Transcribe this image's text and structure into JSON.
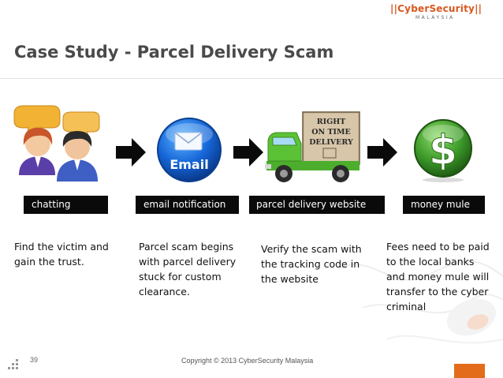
{
  "logo": {
    "brand": "||CyberSecurity||",
    "subtitle": "MALAYSIA"
  },
  "title": "Case Study - Parcel Delivery Scam",
  "steps": [
    {
      "label": "chatting",
      "desc_lines": [
        "Find the victim and",
        "gain the trust."
      ],
      "icon": "people-chatting-icon"
    },
    {
      "label": "email notification",
      "desc_lines": [
        "Parcel scam begins",
        "with parcel delivery",
        "stuck for custom",
        "clearance."
      ],
      "icon": "email-icon"
    },
    {
      "label": "parcel delivery website",
      "desc_lines": [
        "Verify the scam with",
        "the tracking code in",
        "the website"
      ],
      "icon": "delivery-truck-icon"
    },
    {
      "label": "money mule",
      "desc_lines": [
        "Fees need to be paid",
        "to the local banks",
        "and money mule will",
        "transfer to the cyber",
        "criminal"
      ],
      "icon": "dollar-icon"
    }
  ],
  "email_icon_text": "Email",
  "truck_box_text": [
    "RIGHT",
    "ON TIME",
    "DELIVERY"
  ],
  "footer": {
    "page_number": "39",
    "copyright": "Copyright © 2013 CyberSecurity Malaysia"
  },
  "colors": {
    "accent_orange": "#e36c1b",
    "label_bg": "#0a0a0a",
    "title_gray": "#4a4a4a"
  }
}
